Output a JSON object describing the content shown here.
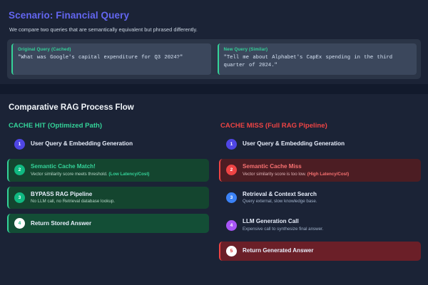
{
  "scenario": {
    "title": "Scenario: Financial Query",
    "subtitle": "We compare two queries that are semantically equivalent but phrased differently.",
    "queries": [
      {
        "label": "Original Query (Cached)",
        "text": "\"What was Google's capital expenditure for Q3 2024?\""
      },
      {
        "label": "New Query (Similar)",
        "text": "\"Tell me about Alphabet's CapEx spending in the third quarter of 2024.\""
      }
    ]
  },
  "flow": {
    "title": "Comparative RAG Process Flow",
    "hit": {
      "heading": "CACHE HIT (Optimized Path)",
      "steps": [
        {
          "number": "1",
          "title": "User Query & Embedding Generation",
          "desc": "",
          "tag": ""
        },
        {
          "number": "2",
          "title": "Semantic Cache Match!",
          "desc": "Vector similarity score meets threshold.",
          "tag": "(Low Latency/Cost)"
        },
        {
          "number": "3",
          "title": "BYPASS RAG Pipeline",
          "desc": "No LLM call, no Retrieval database lookup.",
          "tag": ""
        },
        {
          "number": "4",
          "title": "Return Stored Answer",
          "desc": "",
          "tag": ""
        }
      ]
    },
    "miss": {
      "heading": "CACHE MISS (Full RAG Pipeline)",
      "steps": [
        {
          "number": "1",
          "title": "User Query & Embedding Generation",
          "desc": "",
          "tag": ""
        },
        {
          "number": "2",
          "title": "Semantic Cache Miss",
          "desc": "Vector similarity score is too low.",
          "tag": "(High Latency/Cost)"
        },
        {
          "number": "3",
          "title": "Retrieval & Context Search",
          "desc": "Query external, slow knowledge base.",
          "tag": ""
        },
        {
          "number": "4",
          "title": "LLM Generation Call",
          "desc": "Expensive call to synthesize final answer.",
          "tag": ""
        },
        {
          "number": "5",
          "title": "Return Generated Answer",
          "desc": "",
          "tag": ""
        }
      ]
    }
  },
  "colors": {
    "page_bg": "#0f172a",
    "panel_bg": "#1b2336",
    "accent_indigo": "#6366f1",
    "accent_green": "#34d399",
    "accent_red": "#ef4444",
    "badge_blue": "#3b82f6",
    "badge_purple": "#a855f7"
  }
}
